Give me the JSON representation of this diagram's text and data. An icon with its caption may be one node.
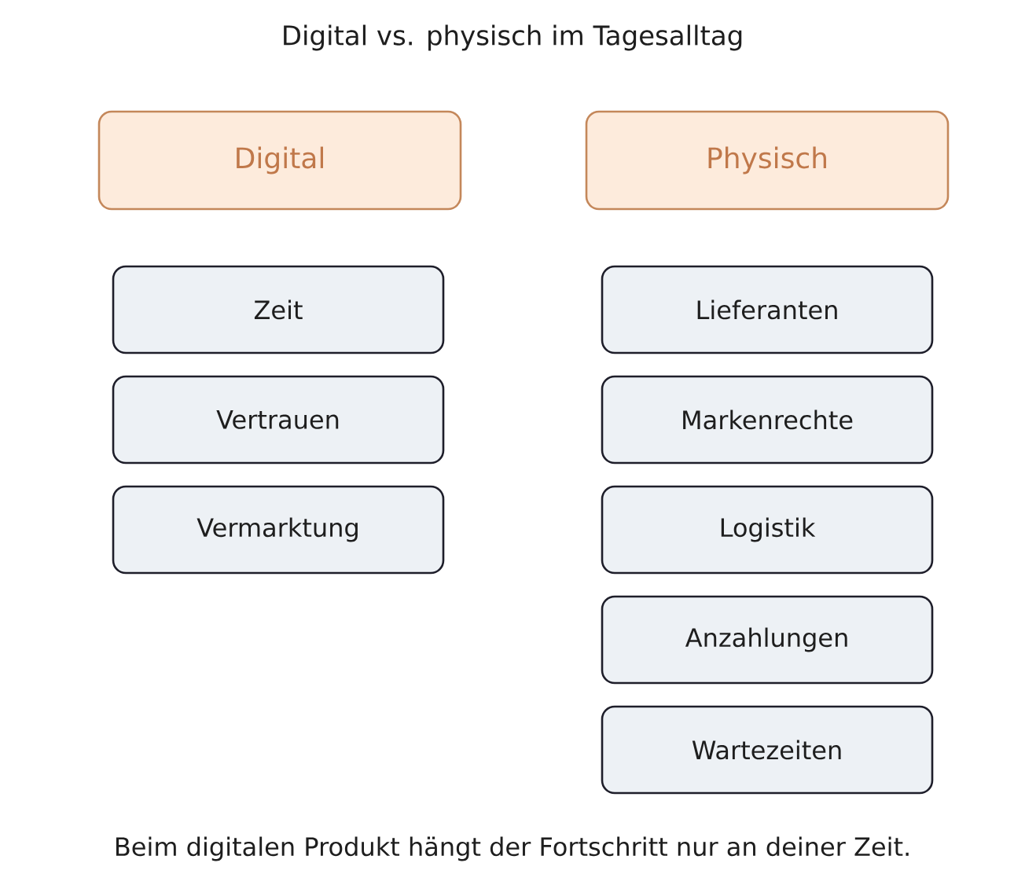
{
  "diagram": {
    "title": "Digital vs. physisch im Tagesalltag",
    "caption": "Beim digitalen Produkt hängt der Fortschritt nur an deiner Zeit.",
    "nodes": [
      {
        "text": [
          "Digital"
        ]
      },
      {
        "text": [
          "Zeit"
        ]
      },
      {
        "text": [
          "Vertrauen"
        ]
      },
      {
        "text": [
          "Vermarktung"
        ]
      },
      {
        "text": [
          "Physisch"
        ]
      },
      {
        "text": [
          "Lieferanten"
        ]
      },
      {
        "text": [
          "Markenrechte"
        ]
      },
      {
        "text": [
          "Logistik"
        ]
      },
      {
        "text": [
          "Anzahlungen"
        ]
      },
      {
        "text": [
          "Wartezeiten"
        ]
      }
    ]
  }
}
